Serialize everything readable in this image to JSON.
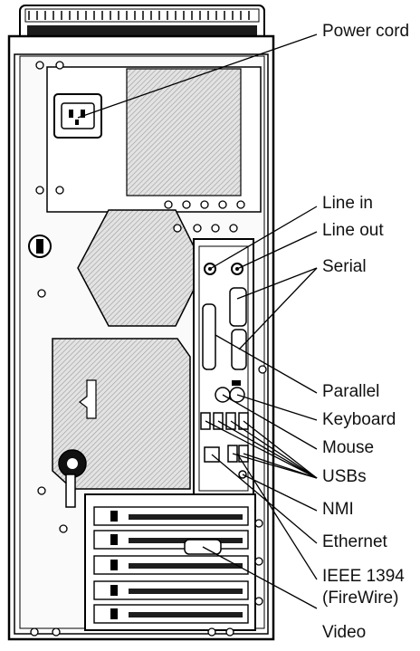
{
  "labels": {
    "power_cord": "Power cord",
    "line_in": "Line in",
    "line_out": "Line out",
    "serial": "Serial",
    "parallel": "Parallel",
    "keyboard": "Keyboard",
    "mouse": "Mouse",
    "usbs": "USBs",
    "nmi": "NMI",
    "ethernet": "Ethernet",
    "ieee1394": "IEEE 1394",
    "firewire": "(FireWire)",
    "video": "Video"
  },
  "colors": {
    "chassis_fill": "#1e1e1e",
    "chassis_line": "#000000",
    "panel_white": "#ffffff",
    "hatch_fill": "#d9d9d9"
  }
}
